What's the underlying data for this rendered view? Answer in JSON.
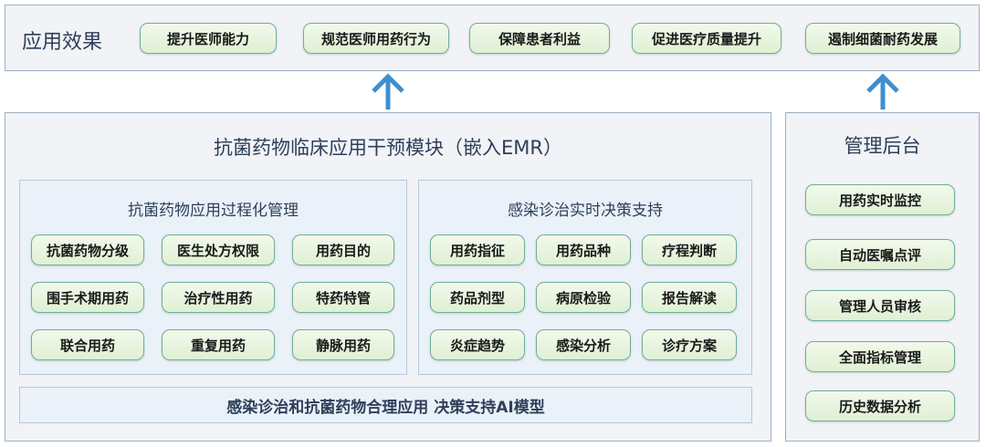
{
  "effects": {
    "title": "应用效果",
    "items": [
      "提升医师能力",
      "规范医师用药行为",
      "保障患者利益",
      "促进医疗质量提升",
      "遏制细菌耐药发展"
    ]
  },
  "module": {
    "title": "抗菌药物临床应用干预模块（嵌入EMR）",
    "process": {
      "title": "抗菌药物应用过程化管理",
      "items": [
        "抗菌药物分级",
        "医生处方权限",
        "用药目的",
        "围手术期用药",
        "治疗性用药",
        "特药特管",
        "联合用药",
        "重复用药",
        "静脉用药"
      ]
    },
    "decision": {
      "title": "感染诊治实时决策支持",
      "items": [
        "用药指征",
        "用药品种",
        "疗程判断",
        "药品剂型",
        "病原检验",
        "报告解读",
        "炎症趋势",
        "感染分析",
        "诊疗方案"
      ]
    },
    "ai_model": "感染诊治和抗菌药物合理应用 决策支持AI模型"
  },
  "admin": {
    "title": "管理后台",
    "items": [
      "用药实时监控",
      "自动医嘱点评",
      "管理人员审核",
      "全面指标管理",
      "历史数据分析"
    ]
  },
  "colors": {
    "panel_bg": "#f1f3f6",
    "sub_bg": "#eaf1f8",
    "pill_border": "#6fae98",
    "pill_fill": "#e6f3dc",
    "arrow": "#3d8fd0",
    "heading": "#2e3f5a"
  }
}
